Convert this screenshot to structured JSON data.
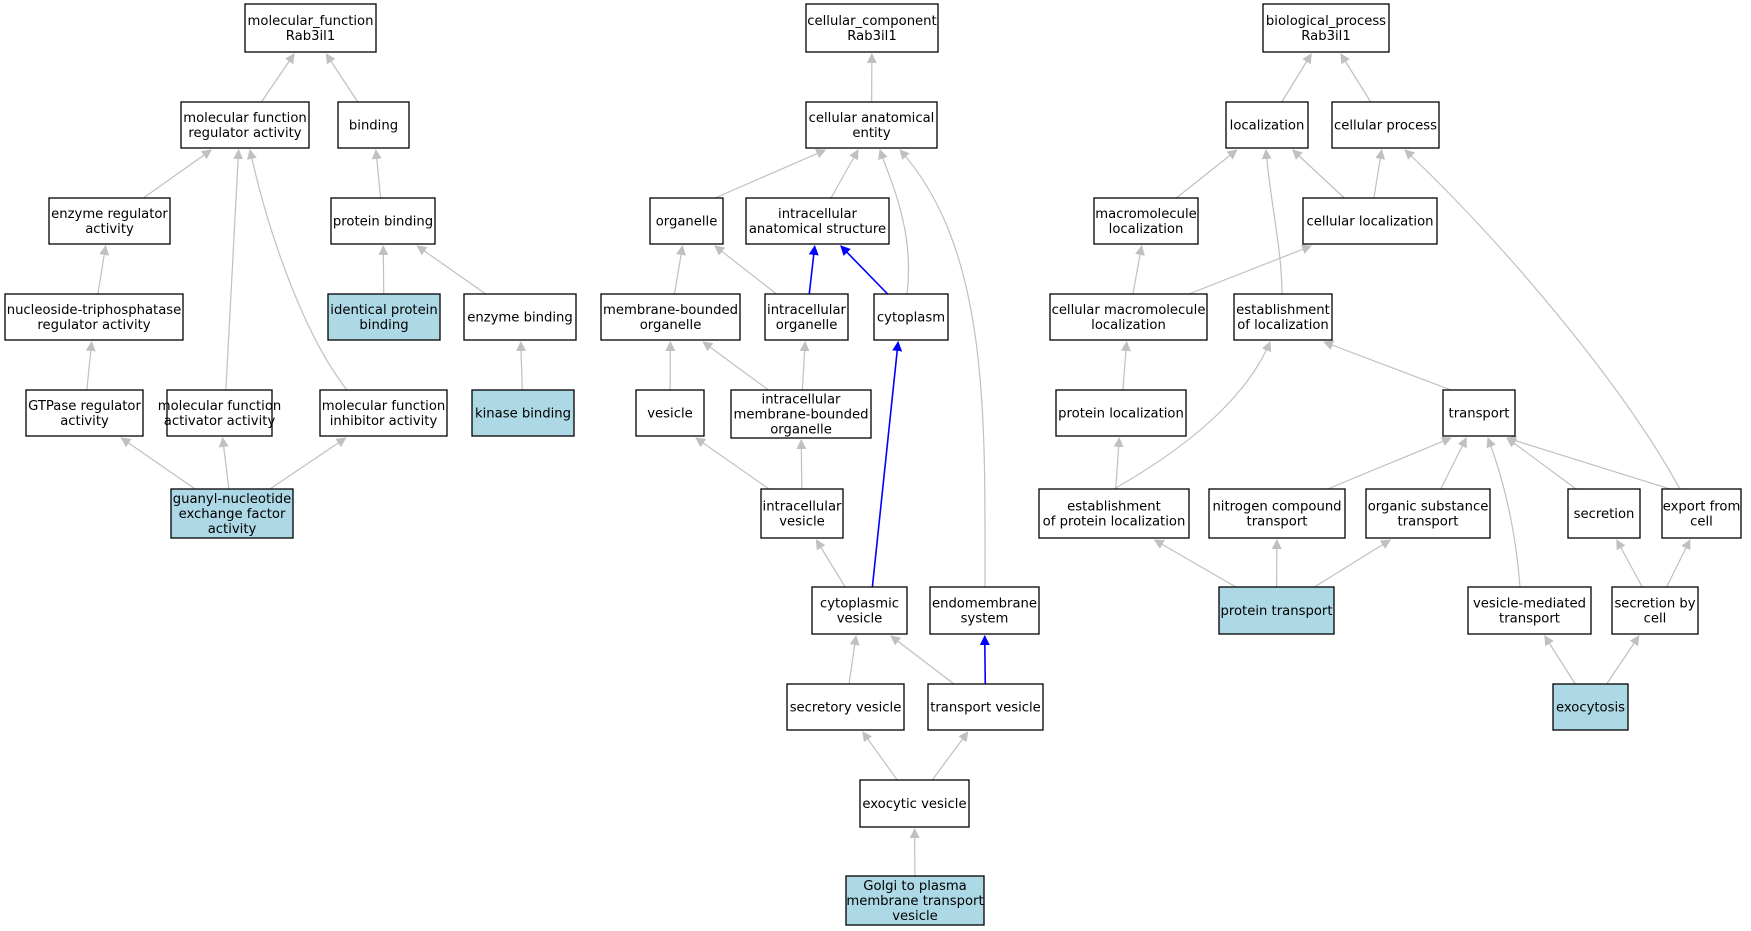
{
  "colors": {
    "edge_default": "#c0c0c0",
    "edge_highlight": "#0000ff",
    "node_fill": "#ffffff",
    "node_highlight_fill": "#add8e6",
    "node_border": "#000000"
  },
  "nodes": [
    {
      "id": "mf_root",
      "lines": [
        "molecular_function",
        "Rab3il1"
      ],
      "highlight": false
    },
    {
      "id": "mf_reg",
      "lines": [
        "molecular function",
        "regulator activity"
      ],
      "highlight": false
    },
    {
      "id": "binding",
      "lines": [
        "binding"
      ],
      "highlight": false
    },
    {
      "id": "enz_reg",
      "lines": [
        "enzyme regulator",
        "activity"
      ],
      "highlight": false
    },
    {
      "id": "prot_bind",
      "lines": [
        "protein binding"
      ],
      "highlight": false
    },
    {
      "id": "ntp_reg",
      "lines": [
        "nucleoside-triphosphatase",
        "regulator activity"
      ],
      "highlight": false
    },
    {
      "id": "ident_prot",
      "lines": [
        "identical protein",
        "binding"
      ],
      "highlight": true
    },
    {
      "id": "enz_bind",
      "lines": [
        "enzyme binding"
      ],
      "highlight": false
    },
    {
      "id": "gtpase_reg",
      "lines": [
        "GTPase regulator",
        "activity"
      ],
      "highlight": false
    },
    {
      "id": "mf_act",
      "lines": [
        "molecular function",
        "activator activity"
      ],
      "highlight": false
    },
    {
      "id": "mf_inh",
      "lines": [
        "molecular function",
        "inhibitor activity"
      ],
      "highlight": false
    },
    {
      "id": "kinase_bind",
      "lines": [
        "kinase binding"
      ],
      "highlight": true
    },
    {
      "id": "gef",
      "lines": [
        "guanyl-nucleotide",
        "exchange factor",
        "activity"
      ],
      "highlight": true
    },
    {
      "id": "cc_root",
      "lines": [
        "cellular_component",
        "Rab3il1"
      ],
      "highlight": false
    },
    {
      "id": "cae",
      "lines": [
        "cellular anatomical",
        "entity"
      ],
      "highlight": false
    },
    {
      "id": "organelle",
      "lines": [
        "organelle"
      ],
      "highlight": false
    },
    {
      "id": "ias",
      "lines": [
        "intracellular",
        "anatomical structure"
      ],
      "highlight": false
    },
    {
      "id": "mbo",
      "lines": [
        "membrane-bounded",
        "organelle"
      ],
      "highlight": false
    },
    {
      "id": "io",
      "lines": [
        "intracellular",
        "organelle"
      ],
      "highlight": false
    },
    {
      "id": "cytoplasm",
      "lines": [
        "cytoplasm"
      ],
      "highlight": false
    },
    {
      "id": "vesicle",
      "lines": [
        "vesicle"
      ],
      "highlight": false
    },
    {
      "id": "imbo",
      "lines": [
        "intracellular",
        "membrane-bounded",
        "organelle"
      ],
      "highlight": false
    },
    {
      "id": "iv",
      "lines": [
        "intracellular",
        "vesicle"
      ],
      "highlight": false
    },
    {
      "id": "cv",
      "lines": [
        "cytoplasmic",
        "vesicle"
      ],
      "highlight": false
    },
    {
      "id": "endo",
      "lines": [
        "endomembrane",
        "system"
      ],
      "highlight": false
    },
    {
      "id": "sec_ves",
      "lines": [
        "secretory vesicle"
      ],
      "highlight": false
    },
    {
      "id": "trans_ves",
      "lines": [
        "transport vesicle"
      ],
      "highlight": false
    },
    {
      "id": "exo_ves",
      "lines": [
        "exocytic vesicle"
      ],
      "highlight": false
    },
    {
      "id": "golgi",
      "lines": [
        "Golgi to plasma",
        "membrane transport",
        "vesicle"
      ],
      "highlight": true
    },
    {
      "id": "bp_root",
      "lines": [
        "biological_process",
        "Rab3il1"
      ],
      "highlight": false
    },
    {
      "id": "local",
      "lines": [
        "localization"
      ],
      "highlight": false
    },
    {
      "id": "cell_proc",
      "lines": [
        "cellular process"
      ],
      "highlight": false
    },
    {
      "id": "macro_loc",
      "lines": [
        "macromolecule",
        "localization"
      ],
      "highlight": false
    },
    {
      "id": "cell_loc",
      "lines": [
        "cellular localization"
      ],
      "highlight": false
    },
    {
      "id": "cm_loc",
      "lines": [
        "cellular macromolecule",
        "localization"
      ],
      "highlight": false
    },
    {
      "id": "est_loc",
      "lines": [
        "establishment",
        "of localization"
      ],
      "highlight": false
    },
    {
      "id": "prot_loc",
      "lines": [
        "protein localization"
      ],
      "highlight": false
    },
    {
      "id": "transport",
      "lines": [
        "transport"
      ],
      "highlight": false
    },
    {
      "id": "est_prot_loc",
      "lines": [
        "establishment",
        "of protein localization"
      ],
      "highlight": false
    },
    {
      "id": "nitro",
      "lines": [
        "nitrogen compound",
        "transport"
      ],
      "highlight": false
    },
    {
      "id": "org_sub",
      "lines": [
        "organic substance",
        "transport"
      ],
      "highlight": false
    },
    {
      "id": "secretion",
      "lines": [
        "secretion"
      ],
      "highlight": false
    },
    {
      "id": "export",
      "lines": [
        "export from",
        "cell"
      ],
      "highlight": false
    },
    {
      "id": "prot_trans",
      "lines": [
        "protein transport"
      ],
      "highlight": true
    },
    {
      "id": "ves_med",
      "lines": [
        "vesicle-mediated",
        "transport"
      ],
      "highlight": false
    },
    {
      "id": "sec_cell",
      "lines": [
        "secretion by",
        "cell"
      ],
      "highlight": false
    },
    {
      "id": "exocytosis",
      "lines": [
        "exocytosis"
      ],
      "highlight": true
    }
  ],
  "edges": [
    {
      "from": "mf_reg",
      "to": "mf_root"
    },
    {
      "from": "binding",
      "to": "mf_root"
    },
    {
      "from": "enz_reg",
      "to": "mf_reg"
    },
    {
      "from": "mf_act",
      "to": "mf_reg"
    },
    {
      "from": "mf_inh",
      "to": "mf_reg"
    },
    {
      "from": "prot_bind",
      "to": "binding"
    },
    {
      "from": "ntp_reg",
      "to": "enz_reg"
    },
    {
      "from": "ident_prot",
      "to": "prot_bind"
    },
    {
      "from": "enz_bind",
      "to": "prot_bind"
    },
    {
      "from": "gtpase_reg",
      "to": "ntp_reg"
    },
    {
      "from": "kinase_bind",
      "to": "enz_bind"
    },
    {
      "from": "gef",
      "to": "gtpase_reg"
    },
    {
      "from": "gef",
      "to": "mf_act"
    },
    {
      "from": "gef",
      "to": "mf_inh"
    },
    {
      "from": "cae",
      "to": "cc_root"
    },
    {
      "from": "organelle",
      "to": "cae"
    },
    {
      "from": "ias",
      "to": "cae"
    },
    {
      "from": "cytoplasm",
      "to": "cae"
    },
    {
      "from": "endo",
      "to": "cae"
    },
    {
      "from": "mbo",
      "to": "organelle"
    },
    {
      "from": "io",
      "to": "organelle"
    },
    {
      "from": "io",
      "to": "ias",
      "highlight": true
    },
    {
      "from": "cytoplasm",
      "to": "ias",
      "highlight": true
    },
    {
      "from": "vesicle",
      "to": "mbo"
    },
    {
      "from": "imbo",
      "to": "mbo"
    },
    {
      "from": "imbo",
      "to": "io"
    },
    {
      "from": "iv",
      "to": "vesicle"
    },
    {
      "from": "iv",
      "to": "imbo"
    },
    {
      "from": "cv",
      "to": "iv"
    },
    {
      "from": "cv",
      "to": "cytoplasm",
      "highlight": true
    },
    {
      "from": "sec_ves",
      "to": "cv"
    },
    {
      "from": "trans_ves",
      "to": "cv"
    },
    {
      "from": "trans_ves",
      "to": "endo",
      "highlight": true
    },
    {
      "from": "exo_ves",
      "to": "sec_ves"
    },
    {
      "from": "exo_ves",
      "to": "trans_ves"
    },
    {
      "from": "golgi",
      "to": "exo_ves"
    },
    {
      "from": "local",
      "to": "bp_root"
    },
    {
      "from": "cell_proc",
      "to": "bp_root"
    },
    {
      "from": "macro_loc",
      "to": "local"
    },
    {
      "from": "cell_loc",
      "to": "local"
    },
    {
      "from": "est_loc",
      "to": "local"
    },
    {
      "from": "cell_loc",
      "to": "cell_proc"
    },
    {
      "from": "export",
      "to": "cell_proc"
    },
    {
      "from": "cm_loc",
      "to": "macro_loc"
    },
    {
      "from": "cm_loc",
      "to": "cell_loc"
    },
    {
      "from": "prot_loc",
      "to": "cm_loc"
    },
    {
      "from": "transport",
      "to": "est_loc"
    },
    {
      "from": "est_prot_loc",
      "to": "est_loc"
    },
    {
      "from": "est_prot_loc",
      "to": "prot_loc"
    },
    {
      "from": "nitro",
      "to": "transport"
    },
    {
      "from": "org_sub",
      "to": "transport"
    },
    {
      "from": "secretion",
      "to": "transport"
    },
    {
      "from": "export",
      "to": "transport"
    },
    {
      "from": "ves_med",
      "to": "transport"
    },
    {
      "from": "prot_trans",
      "to": "est_prot_loc"
    },
    {
      "from": "prot_trans",
      "to": "nitro"
    },
    {
      "from": "prot_trans",
      "to": "org_sub"
    },
    {
      "from": "sec_cell",
      "to": "secretion"
    },
    {
      "from": "sec_cell",
      "to": "export"
    },
    {
      "from": "exocytosis",
      "to": "ves_med"
    },
    {
      "from": "exocytosis",
      "to": "sec_cell"
    }
  ]
}
